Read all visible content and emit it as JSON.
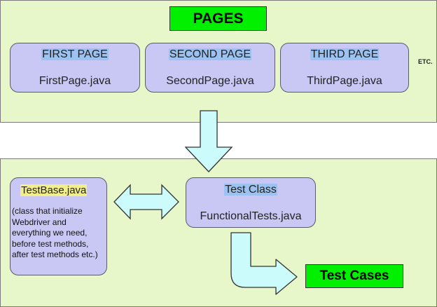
{
  "top_panel": {
    "title": "PAGES",
    "pages": [
      {
        "heading": "FIRST PAGE",
        "file": "FirstPage.java"
      },
      {
        "heading": "SECOND PAGE",
        "file": "SecondPage.java"
      },
      {
        "heading": "THIRD PAGE",
        "file": "ThirdPage.java"
      }
    ],
    "etc": "ETC."
  },
  "bottom_panel": {
    "test_base": {
      "heading": "TestBase.java",
      "description": "(class that initialize Webdriver and everything we need, before test methods, after test methods etc.)"
    },
    "test_class": {
      "heading": "Test Class",
      "file": "FunctionalTests.java"
    },
    "test_cases": "Test Cases"
  },
  "colors": {
    "panel_bg": "#e7f7c9",
    "green_box": "#00f000",
    "card_bg": "#c9c8f4",
    "arrow_fill": "#ccfbfb",
    "highlight_blue": "#9cc2f2",
    "highlight_yellow": "#f2ef8a"
  }
}
